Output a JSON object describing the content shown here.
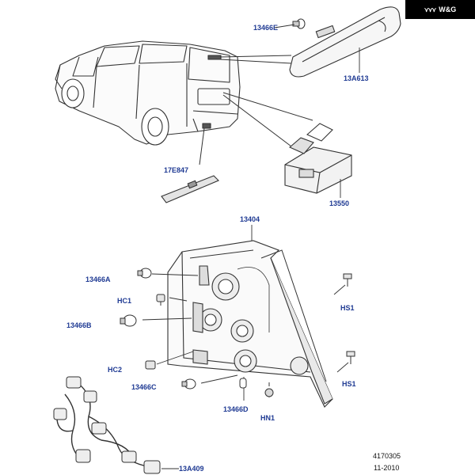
{
  "badge": {
    "mark": "⋎⋎⋎",
    "text": "W&G"
  },
  "callouts": {
    "bulb_high_stop": "13466E",
    "high_stop_lamp": "13A613",
    "bumper_reflector": "17E847",
    "licence_lamp": "13550",
    "tail_lamp": "13404",
    "bulb_a": "13466A",
    "clip_1": "HC1",
    "bulb_b": "13466B",
    "clip_2": "HC2",
    "bulb_c": "13466C",
    "bulb_d": "13466D",
    "nut": "HN1",
    "screw_upper": "HS1",
    "screw_lower": "HS1",
    "harness": "13A409"
  },
  "footer": {
    "drawing_number": "4170305",
    "date": "11-2010"
  }
}
